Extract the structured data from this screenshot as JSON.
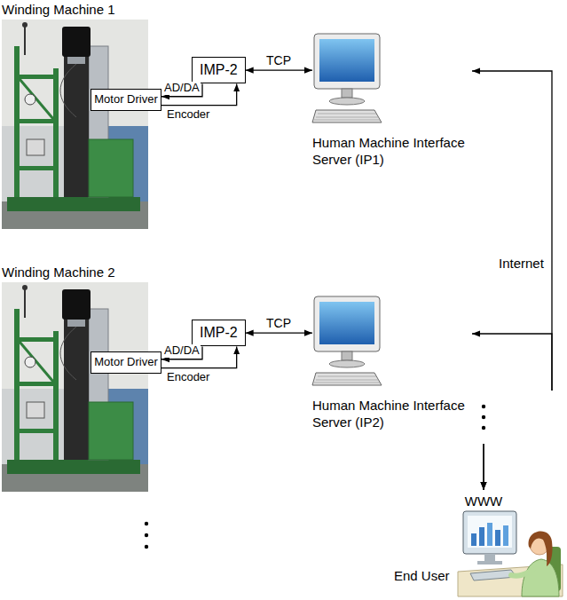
{
  "diagram": {
    "nodes": [
      {
        "text": [
          "Winding Machine 1"
        ]
      },
      {
        "text": [
          "Motor Driver"
        ],
        "in": 0
      },
      {
        "text": [
          "IMP-2"
        ]
      },
      {
        "text": [
          "Human Machine Interface Server (IP1)"
        ]
      },
      {
        "text": [
          "Winding Machine 2"
        ]
      },
      {
        "text": [
          "Motor Driver"
        ],
        "in": 4
      },
      {
        "text": [
          "IMP-2"
        ]
      },
      {
        "text": [
          "Human Machine Interface Server (IP2)"
        ]
      },
      {
        "text": [
          "WWW",
          "End User"
        ]
      }
    ],
    "edges": [
      {
        "from": 2,
        "to": 1,
        "label": "AD/DA",
        "arrow": "to"
      },
      {
        "from": 1,
        "to": 2,
        "label": "Encoder",
        "arrow": "to"
      },
      {
        "from": 2,
        "to": 3,
        "label": "TCP",
        "arrow": "both"
      },
      {
        "from": 6,
        "to": 5,
        "label": "AD/DA",
        "arrow": "to"
      },
      {
        "from": 5,
        "to": 6,
        "label": "Encoder",
        "arrow": "to"
      },
      {
        "from": 6,
        "to": 7,
        "label": "TCP",
        "arrow": "both"
      },
      {
        "from": 3,
        "to": 8,
        "label": "Internet",
        "arrow": "both"
      },
      {
        "from": 7,
        "to": 8,
        "arrow": "both"
      }
    ]
  }
}
